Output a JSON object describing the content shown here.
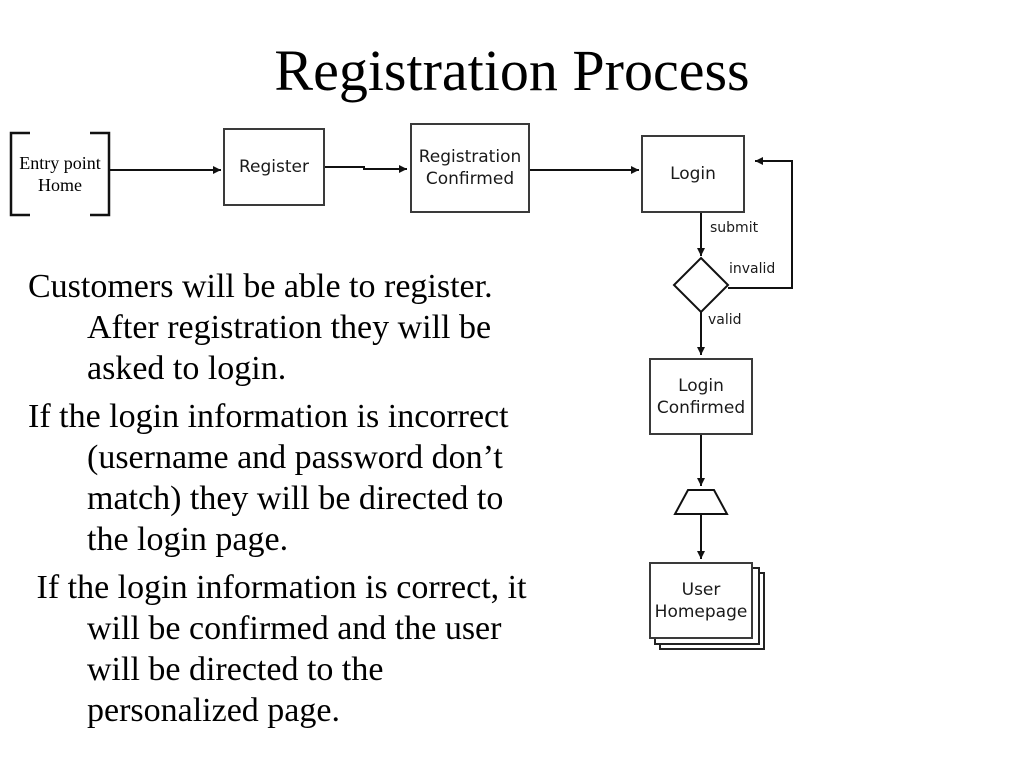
{
  "slide": {
    "title": "Registration Process",
    "colors": {
      "background": "#ffffff",
      "ink": "#000000",
      "box_border": "#3a3a3a"
    }
  },
  "flowchart": {
    "entry": {
      "line1": "Entry point",
      "line2": "Home"
    },
    "register": {
      "label": "Register"
    },
    "registration_confirmed": {
      "line1": "Registration",
      "line2": "Confirmed"
    },
    "login": {
      "label": "Login"
    },
    "edge_labels": {
      "submit": "submit",
      "invalid": "invalid",
      "valid": "valid"
    },
    "login_confirmed": {
      "line1": "Login",
      "line2": "Confirmed"
    },
    "user_homepage": {
      "line1": "User",
      "line2": "Homepage"
    }
  },
  "body": {
    "paragraphs": [
      {
        "lines": [
          "Customers will be able to register.",
          "After registration they will be",
          "asked to login."
        ]
      },
      {
        "lines": [
          "If the login information is incorrect",
          "(username and password don’t",
          "match) they will be directed to",
          "the login page."
        ]
      },
      {
        "lines": [
          " If the login information is correct, it",
          "will be confirmed and the user",
          "will be directed to the",
          "personalized page."
        ]
      }
    ]
  }
}
